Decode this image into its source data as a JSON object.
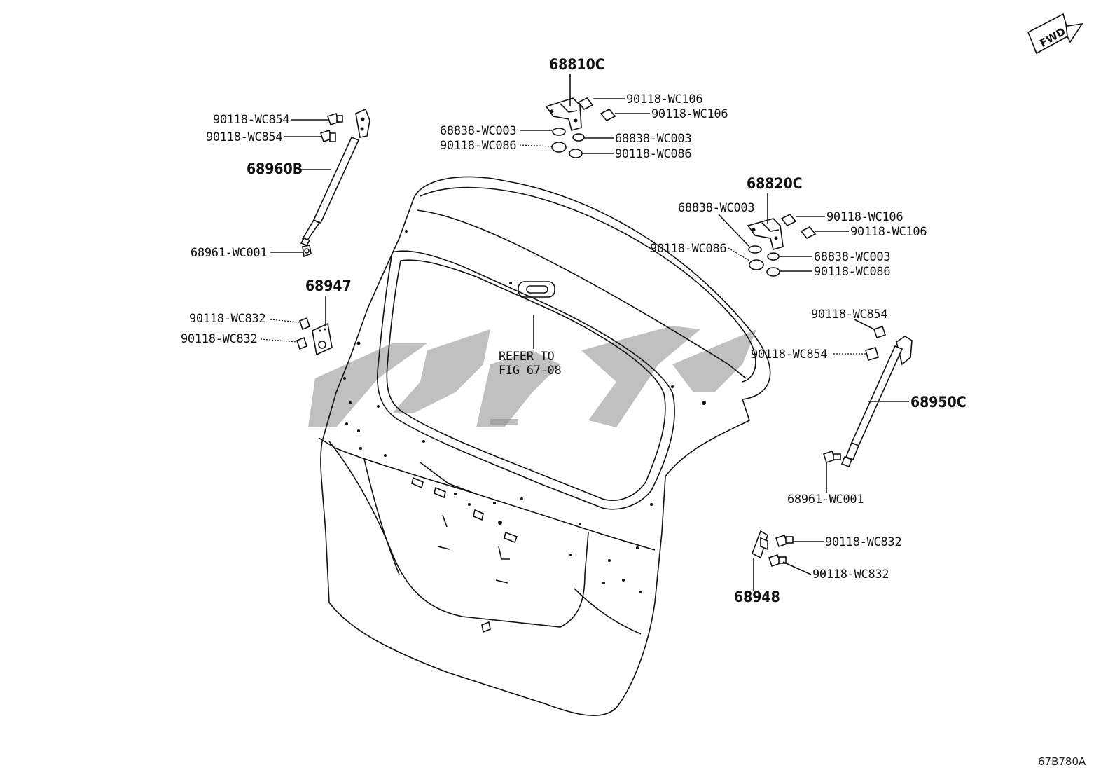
{
  "diagram": {
    "figure_id": "67B780A",
    "fwd_label": "FWD",
    "refer_line1": "REFER TO",
    "refer_line2": "FIG 67-08",
    "callouts": {
      "hinge_left": "68810C",
      "hinge_right": "68820C",
      "strut_left": "68960B",
      "strut_right": "68950C",
      "bracket_left": "68947",
      "bracket_right": "68948",
      "l_bolt_1": "90118-WC854",
      "l_bolt_2": "90118-WC854",
      "l_stud": "68961-WC001",
      "l_screw_1": "90118-WC832",
      "l_screw_2": "90118-WC832",
      "h1_bolt_1": "90118-WC106",
      "h1_bolt_2": "90118-WC106",
      "h1_wash_l": "68838-WC003",
      "h1_wash_r": "68838-WC003",
      "h1_nut_l": "90118-WC086",
      "h1_nut_r": "90118-WC086",
      "h2_wash_l": "68838-WC003",
      "h2_bolt_1": "90118-WC106",
      "h2_bolt_2": "90118-WC106",
      "h2_nut_l": "90118-WC086",
      "h2_wash_r": "68838-WC003",
      "h2_nut_r": "90118-WC086",
      "r_bolt_1": "90118-WC854",
      "r_bolt_2": "90118-WC854",
      "r_stud": "68961-WC001",
      "r_screw_1": "90118-WC832",
      "r_screw_2": "90118-WC832"
    }
  }
}
